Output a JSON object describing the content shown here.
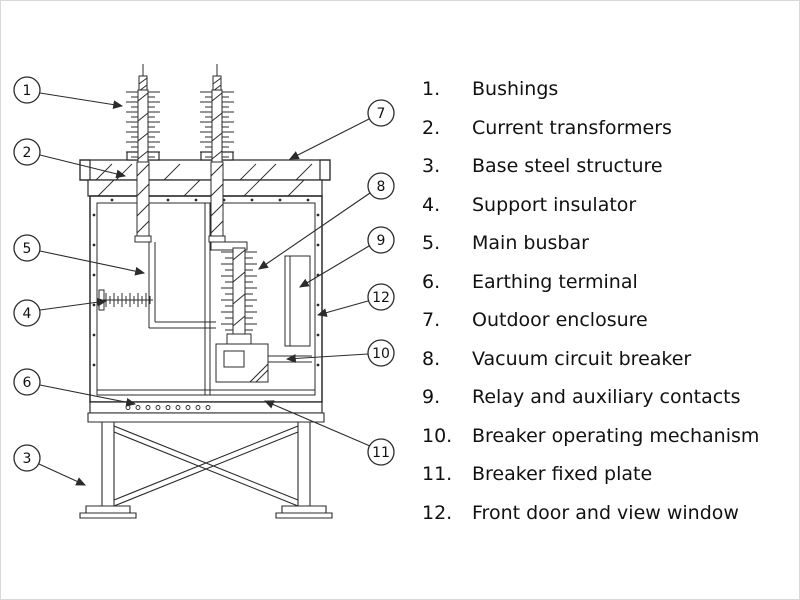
{
  "page": {
    "background": "#ffffff",
    "line_color": "#2b2b2b"
  },
  "legend": {
    "items": [
      {
        "num": "1.",
        "label": "Bushings"
      },
      {
        "num": "2.",
        "label": "Current transformers"
      },
      {
        "num": "3.",
        "label": "Base steel structure"
      },
      {
        "num": "4.",
        "label": "Support insulator"
      },
      {
        "num": "5.",
        "label": "Main busbar"
      },
      {
        "num": "6.",
        "label": "Earthing terminal"
      },
      {
        "num": "7.",
        "label": "Outdoor enclosure"
      },
      {
        "num": "8.",
        "label": "Vacuum circuit breaker"
      },
      {
        "num": "9.",
        "label": "Relay and auxiliary contacts"
      },
      {
        "num": "10.",
        "label": "Breaker operating mechanism"
      },
      {
        "num": "11.",
        "label": "Breaker fixed plate"
      },
      {
        "num": "12.",
        "label": "Front door and view window"
      }
    ]
  },
  "callouts": [
    {
      "num": "1"
    },
    {
      "num": "2"
    },
    {
      "num": "5"
    },
    {
      "num": "4"
    },
    {
      "num": "6"
    },
    {
      "num": "3"
    },
    {
      "num": "7"
    },
    {
      "num": "8"
    },
    {
      "num": "9"
    },
    {
      "num": "12"
    },
    {
      "num": "10"
    },
    {
      "num": "11"
    }
  ]
}
